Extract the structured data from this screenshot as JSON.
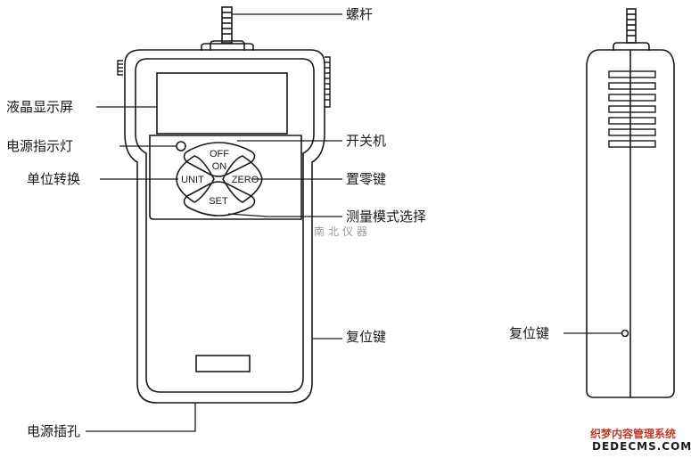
{
  "labels": {
    "screw_rod": "螺杆",
    "lcd_screen": "液晶显示屏",
    "power_indicator": "电源指示灯",
    "unit_switch": "单位转换",
    "power_switch": "开关机",
    "zero_key": "置零键",
    "mode_select": "测量模式选择",
    "reset_key": "复位键",
    "power_jack": "电源插孔",
    "side_reset_key": "复位键"
  },
  "buttons": {
    "off": "OFF",
    "on": "ON",
    "unit": "UNIT",
    "zero": "ZERO",
    "set": "SET"
  },
  "watermarks": {
    "brand": "南北仪器",
    "site_cn": "织梦内容管理系统",
    "site_en": "DEDECMS.COM"
  },
  "colors": {
    "line": "#1a1a1a",
    "watermark": "#9a9a9a"
  }
}
